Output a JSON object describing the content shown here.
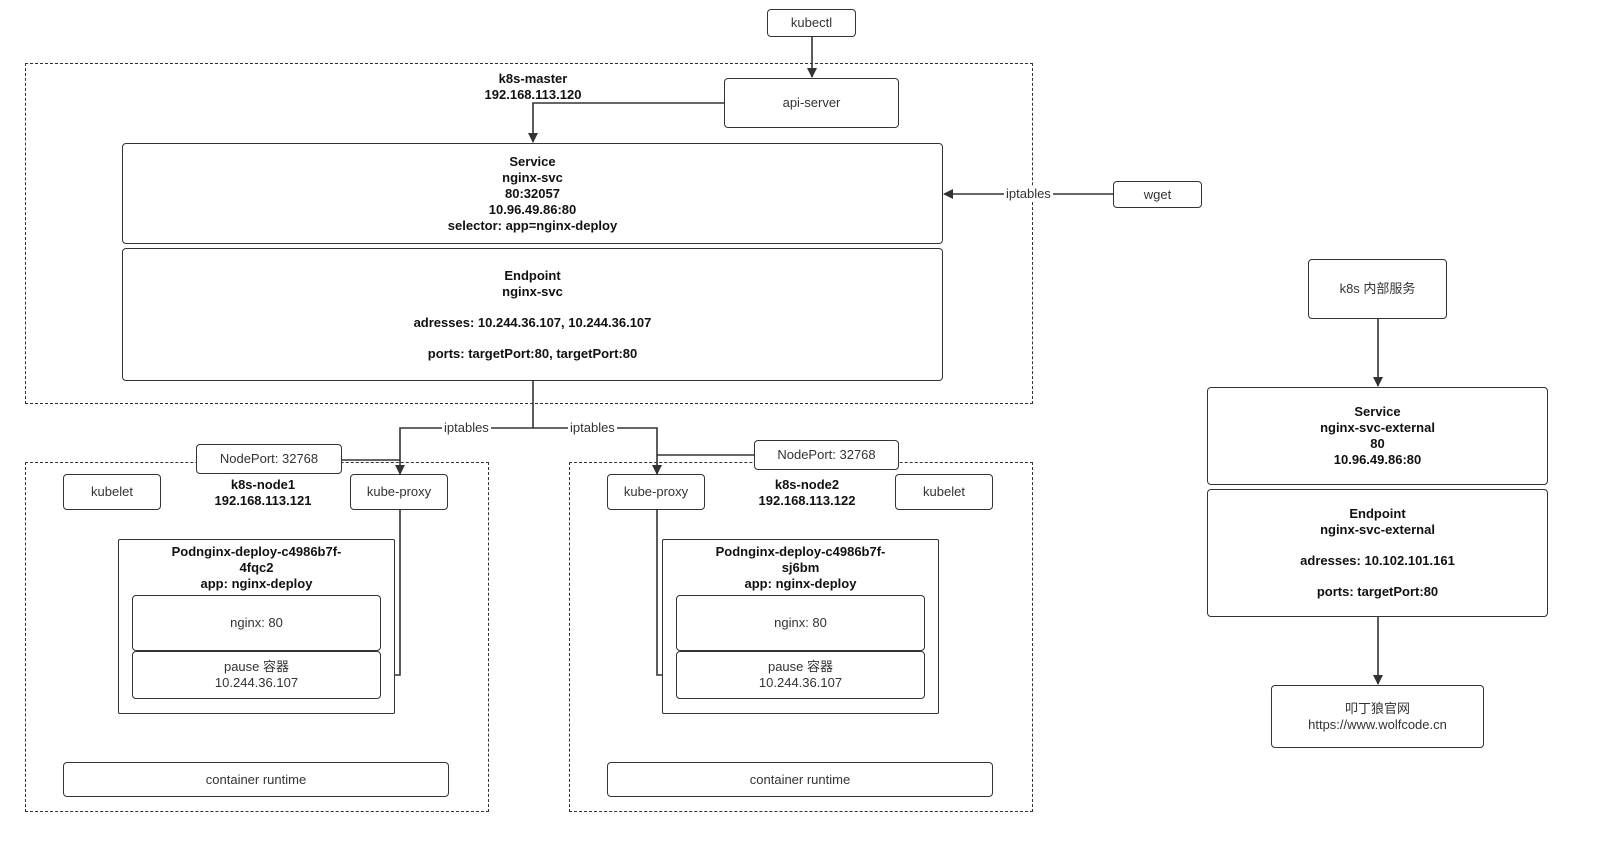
{
  "kubectl": "kubectl",
  "api_server": "api-server",
  "wget": "wget",
  "master": {
    "title": "k8s-master",
    "ip": "192.168.113.120",
    "service": [
      "Service",
      "nginx-svc",
      "80:32057",
      "10.96.49.86:80",
      "selector: app=nginx-deploy"
    ],
    "endpoint": [
      "Endpoint",
      "nginx-svc",
      "adresses: 10.244.36.107, 10.244.36.107",
      "ports: targetPort:80, targetPort:80"
    ]
  },
  "edge_labels": {
    "wget_iptables": "iptables",
    "node1_iptables": "iptables",
    "node2_iptables": "iptables"
  },
  "node1": {
    "title": "k8s-node1",
    "ip": "192.168.113.121",
    "nodeport": "NodePort: 32768",
    "kubelet": "kubelet",
    "kube_proxy": "kube-proxy",
    "pod": [
      "Podnginx-deploy-c4986b7f-",
      "4fqc2",
      "app: nginx-deploy"
    ],
    "nginx": "nginx: 80",
    "pause": [
      "pause 容器",
      "10.244.36.107"
    ],
    "runtime": "container runtime"
  },
  "node2": {
    "title": "k8s-node2",
    "ip": "192.168.113.122",
    "nodeport": "NodePort: 32768",
    "kubelet": "kubelet",
    "kube_proxy": "kube-proxy",
    "pod": [
      "Podnginx-deploy-c4986b7f-",
      "sj6bm",
      "app: nginx-deploy"
    ],
    "nginx": "nginx: 80",
    "pause": [
      "pause 容器",
      "10.244.36.107"
    ],
    "runtime": "container runtime"
  },
  "external": {
    "internal_service": "k8s 内部服务",
    "service": [
      "Service",
      "nginx-svc-external",
      "80",
      "10.96.49.86:80"
    ],
    "endpoint": [
      "Endpoint",
      "nginx-svc-external",
      "adresses: 10.102.101.161",
      "ports: targetPort:80"
    ],
    "website": [
      "叩丁狼官网",
      "https://www.wolfcode.cn"
    ]
  }
}
